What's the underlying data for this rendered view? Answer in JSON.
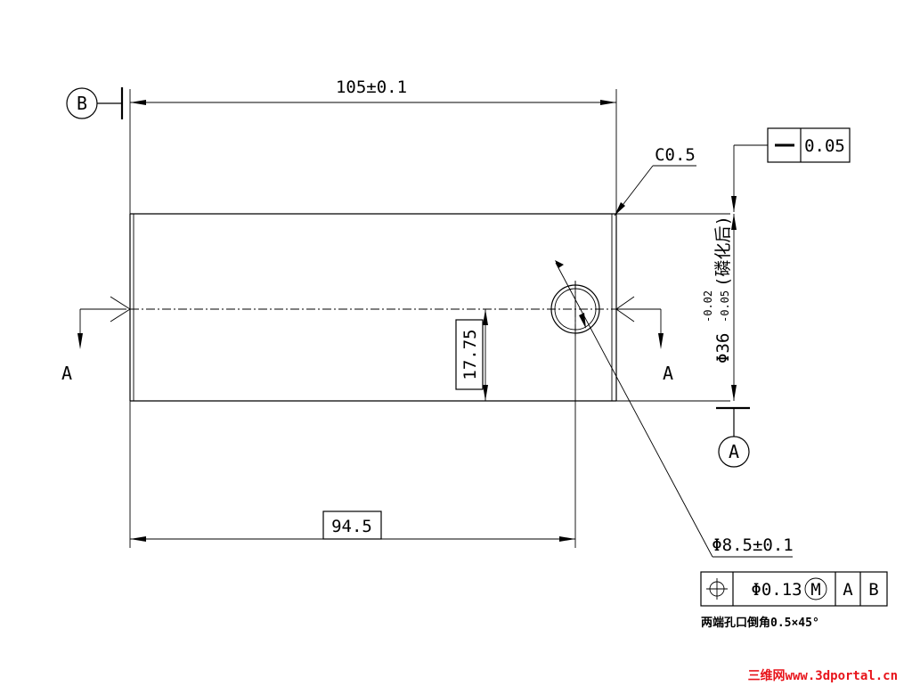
{
  "datums": {
    "b": "B",
    "a": "A"
  },
  "dimensions": {
    "overall_length": "105±0.1",
    "chamfer": "C0.5",
    "hole_offset": "17.75",
    "hole_position": "94.5",
    "hole_diameter": "Φ8.5±0.1",
    "diameter_base": "Φ36",
    "diameter_upper_tol": "-0.02",
    "diameter_lower_tol": "-0.05",
    "diameter_note": "(磷化后)"
  },
  "straightness_frame": {
    "symbol": "—",
    "value": "0.05"
  },
  "position_frame": {
    "symbol": "⌖",
    "value": "Φ0.13",
    "modifier": "M",
    "datum_1": "A",
    "datum_2": "B"
  },
  "section": {
    "left": "A",
    "right": "A"
  },
  "note": "两端孔口倒角0.5×45°",
  "watermark": {
    "text": "三维网www.3dportal.cn",
    "color": "#e8141b"
  }
}
